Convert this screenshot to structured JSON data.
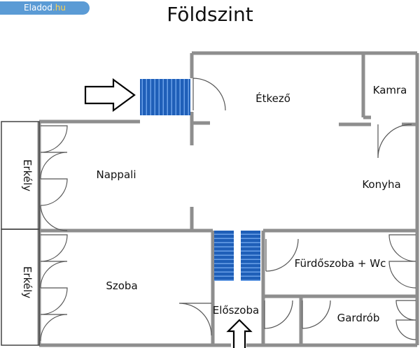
{
  "badge": {
    "text": "Eladod",
    "suffix": ".hu"
  },
  "title": "Földszint",
  "rooms": {
    "etkezo": "Étkező",
    "kamra": "Kamra",
    "nappali": "Nappali",
    "konyha": "Konyha",
    "erkely_top": "Erkély",
    "erkely_bottom": "Erkély",
    "szoba": "Szoba",
    "furdoszoba": "Fürdőszoba + Wc",
    "eloszoba": "Előszoba",
    "gardrob": "Gardrób"
  },
  "colors": {
    "stairs": "#1f5fb8",
    "wall": "#9a9a9a",
    "badge": "#5b9bd5"
  }
}
